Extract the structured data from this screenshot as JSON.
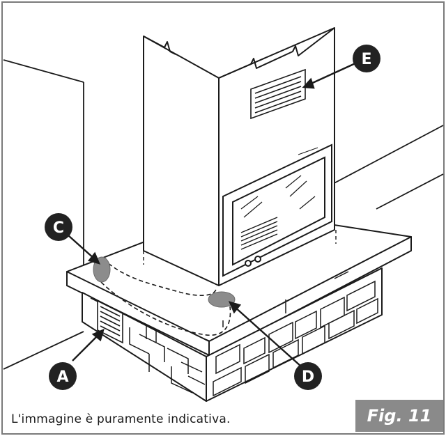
{
  "diagram": {
    "callouts": [
      {
        "id": "A",
        "label": "A"
      },
      {
        "id": "C",
        "label": "C"
      },
      {
        "id": "D",
        "label": "D"
      },
      {
        "id": "E",
        "label": "E"
      }
    ]
  },
  "caption": "L'immagine è puramente indicativa.",
  "figure_label": "Fig. 11",
  "colors": {
    "line": "#1a1a1a",
    "callout_fill": "#222222",
    "highlight": "#8c8c8c",
    "badge": "#8a8a8a"
  }
}
